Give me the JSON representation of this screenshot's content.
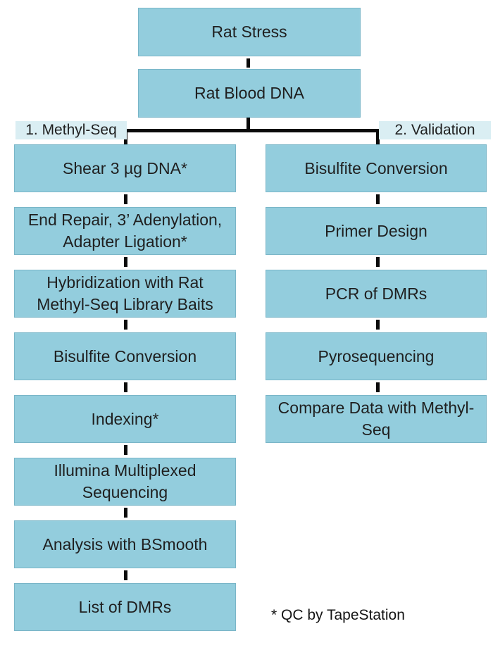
{
  "colors": {
    "box_fill": "#93CDDD",
    "box_border": "#7ab6c8",
    "tag_fill": "#DAEEF3",
    "connector": "#0b0b0b",
    "text": "#1f1f1f"
  },
  "flow": {
    "root": [
      {
        "label": "Rat Stress"
      },
      {
        "label": "Rat Blood DNA"
      }
    ],
    "methyl_seq": {
      "tag": "1. Methyl-Seq",
      "steps": [
        "Shear 3 µg DNA*",
        "End Repair, 3’ Adenylation,\nAdapter Ligation*",
        "Hybridization with Rat\nMethyl-Seq Library Baits",
        "Bisulfite Conversion",
        "Indexing*",
        "Illumina Multiplexed\nSequencing",
        "Analysis with BSmooth",
        "List of DMRs"
      ]
    },
    "validation": {
      "tag": "2. Validation",
      "steps": [
        "Bisulfite Conversion",
        "Primer Design",
        "PCR of DMRs",
        "Pyrosequencing",
        "Compare Data with Methyl-\nSeq"
      ]
    },
    "footnote": "* QC by TapeStation"
  }
}
